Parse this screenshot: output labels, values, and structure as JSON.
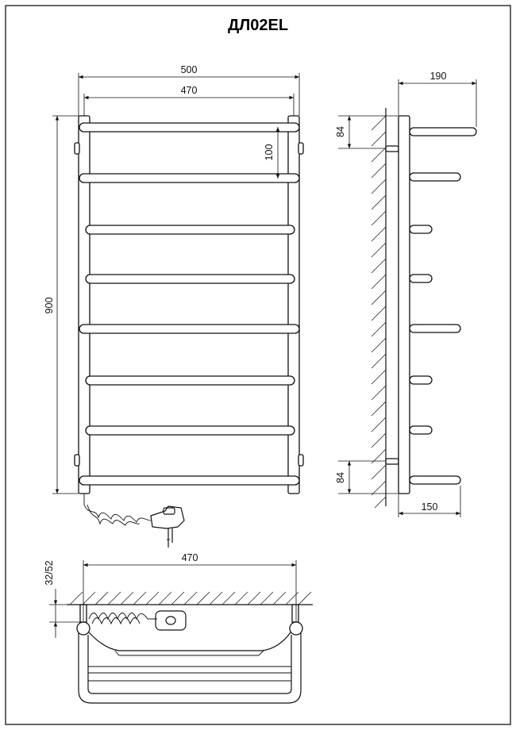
{
  "title": "ДЛ02EL",
  "front_view": {
    "width_outer": "500",
    "width_inner": "470",
    "height": "900",
    "rung_spacing": "100"
  },
  "side_view": {
    "depth_top": "190",
    "offset_top": "84",
    "offset_bottom": "84",
    "depth_bottom": "150"
  },
  "top_view": {
    "width": "470",
    "wall_gap": "32/52"
  }
}
